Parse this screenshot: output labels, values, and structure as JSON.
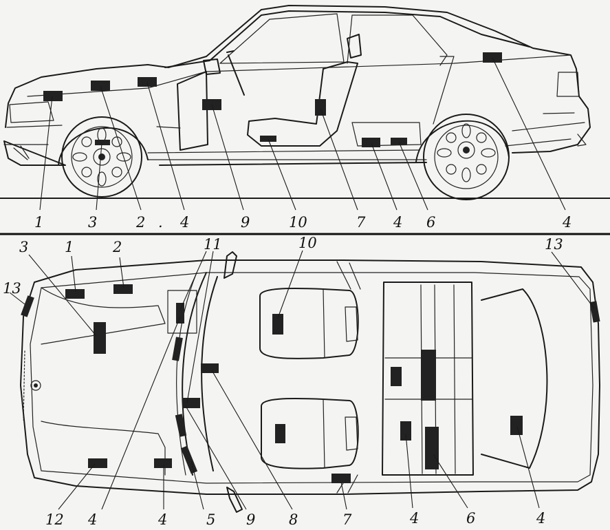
{
  "side_view_labels": [
    {
      "id": "s1",
      "text": "1"
    },
    {
      "id": "s3",
      "text": "3"
    },
    {
      "id": "s2",
      "text": "2"
    },
    {
      "id": "sdot",
      "text": "."
    },
    {
      "id": "s4a",
      "text": "4"
    },
    {
      "id": "s9",
      "text": "9"
    },
    {
      "id": "s10",
      "text": "10"
    },
    {
      "id": "s7",
      "text": "7"
    },
    {
      "id": "s4b",
      "text": "4"
    },
    {
      "id": "s6",
      "text": "6"
    },
    {
      "id": "s4c",
      "text": "4"
    }
  ],
  "top_view_labels": [
    {
      "id": "t3",
      "text": "3"
    },
    {
      "id": "t1",
      "text": "1"
    },
    {
      "id": "t2",
      "text": "2"
    },
    {
      "id": "t11",
      "text": "11"
    },
    {
      "id": "t10",
      "text": "10"
    },
    {
      "id": "t13a",
      "text": "13"
    },
    {
      "id": "t13b",
      "text": "13"
    },
    {
      "id": "t12",
      "text": "12"
    },
    {
      "id": "t4a",
      "text": "4"
    },
    {
      "id": "t4b",
      "text": "4"
    },
    {
      "id": "t5",
      "text": "5"
    },
    {
      "id": "t9",
      "text": "9"
    },
    {
      "id": "t8",
      "text": "8"
    },
    {
      "id": "t7",
      "text": "7"
    },
    {
      "id": "t4c",
      "text": "4"
    },
    {
      "id": "t6",
      "text": "6"
    },
    {
      "id": "t4d",
      "text": "4"
    }
  ],
  "colors": {
    "ink": "#1a1a1a",
    "paper": "#f4f4f2",
    "pad": "#222222"
  }
}
